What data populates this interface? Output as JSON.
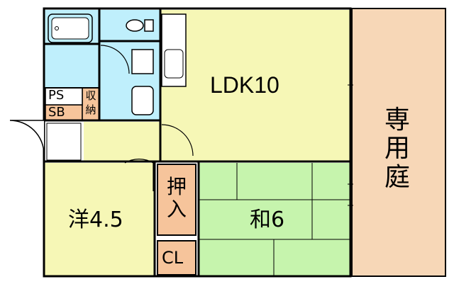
{
  "rooms": {
    "ldk": "LDK10",
    "western": "洋4.5",
    "japanese": "和6",
    "garden": "専用庭",
    "oshiire": "押入",
    "cl": "CL",
    "ps": "PS",
    "sb": "SB",
    "shuno": "収納"
  },
  "colors": {
    "wet_area": "#bfeffc",
    "living": "#f6f7b6",
    "japanese_room": "#c6f4ad",
    "storage": "#f6c49b",
    "garden": "#f7d7b7",
    "wall": "#000000"
  }
}
